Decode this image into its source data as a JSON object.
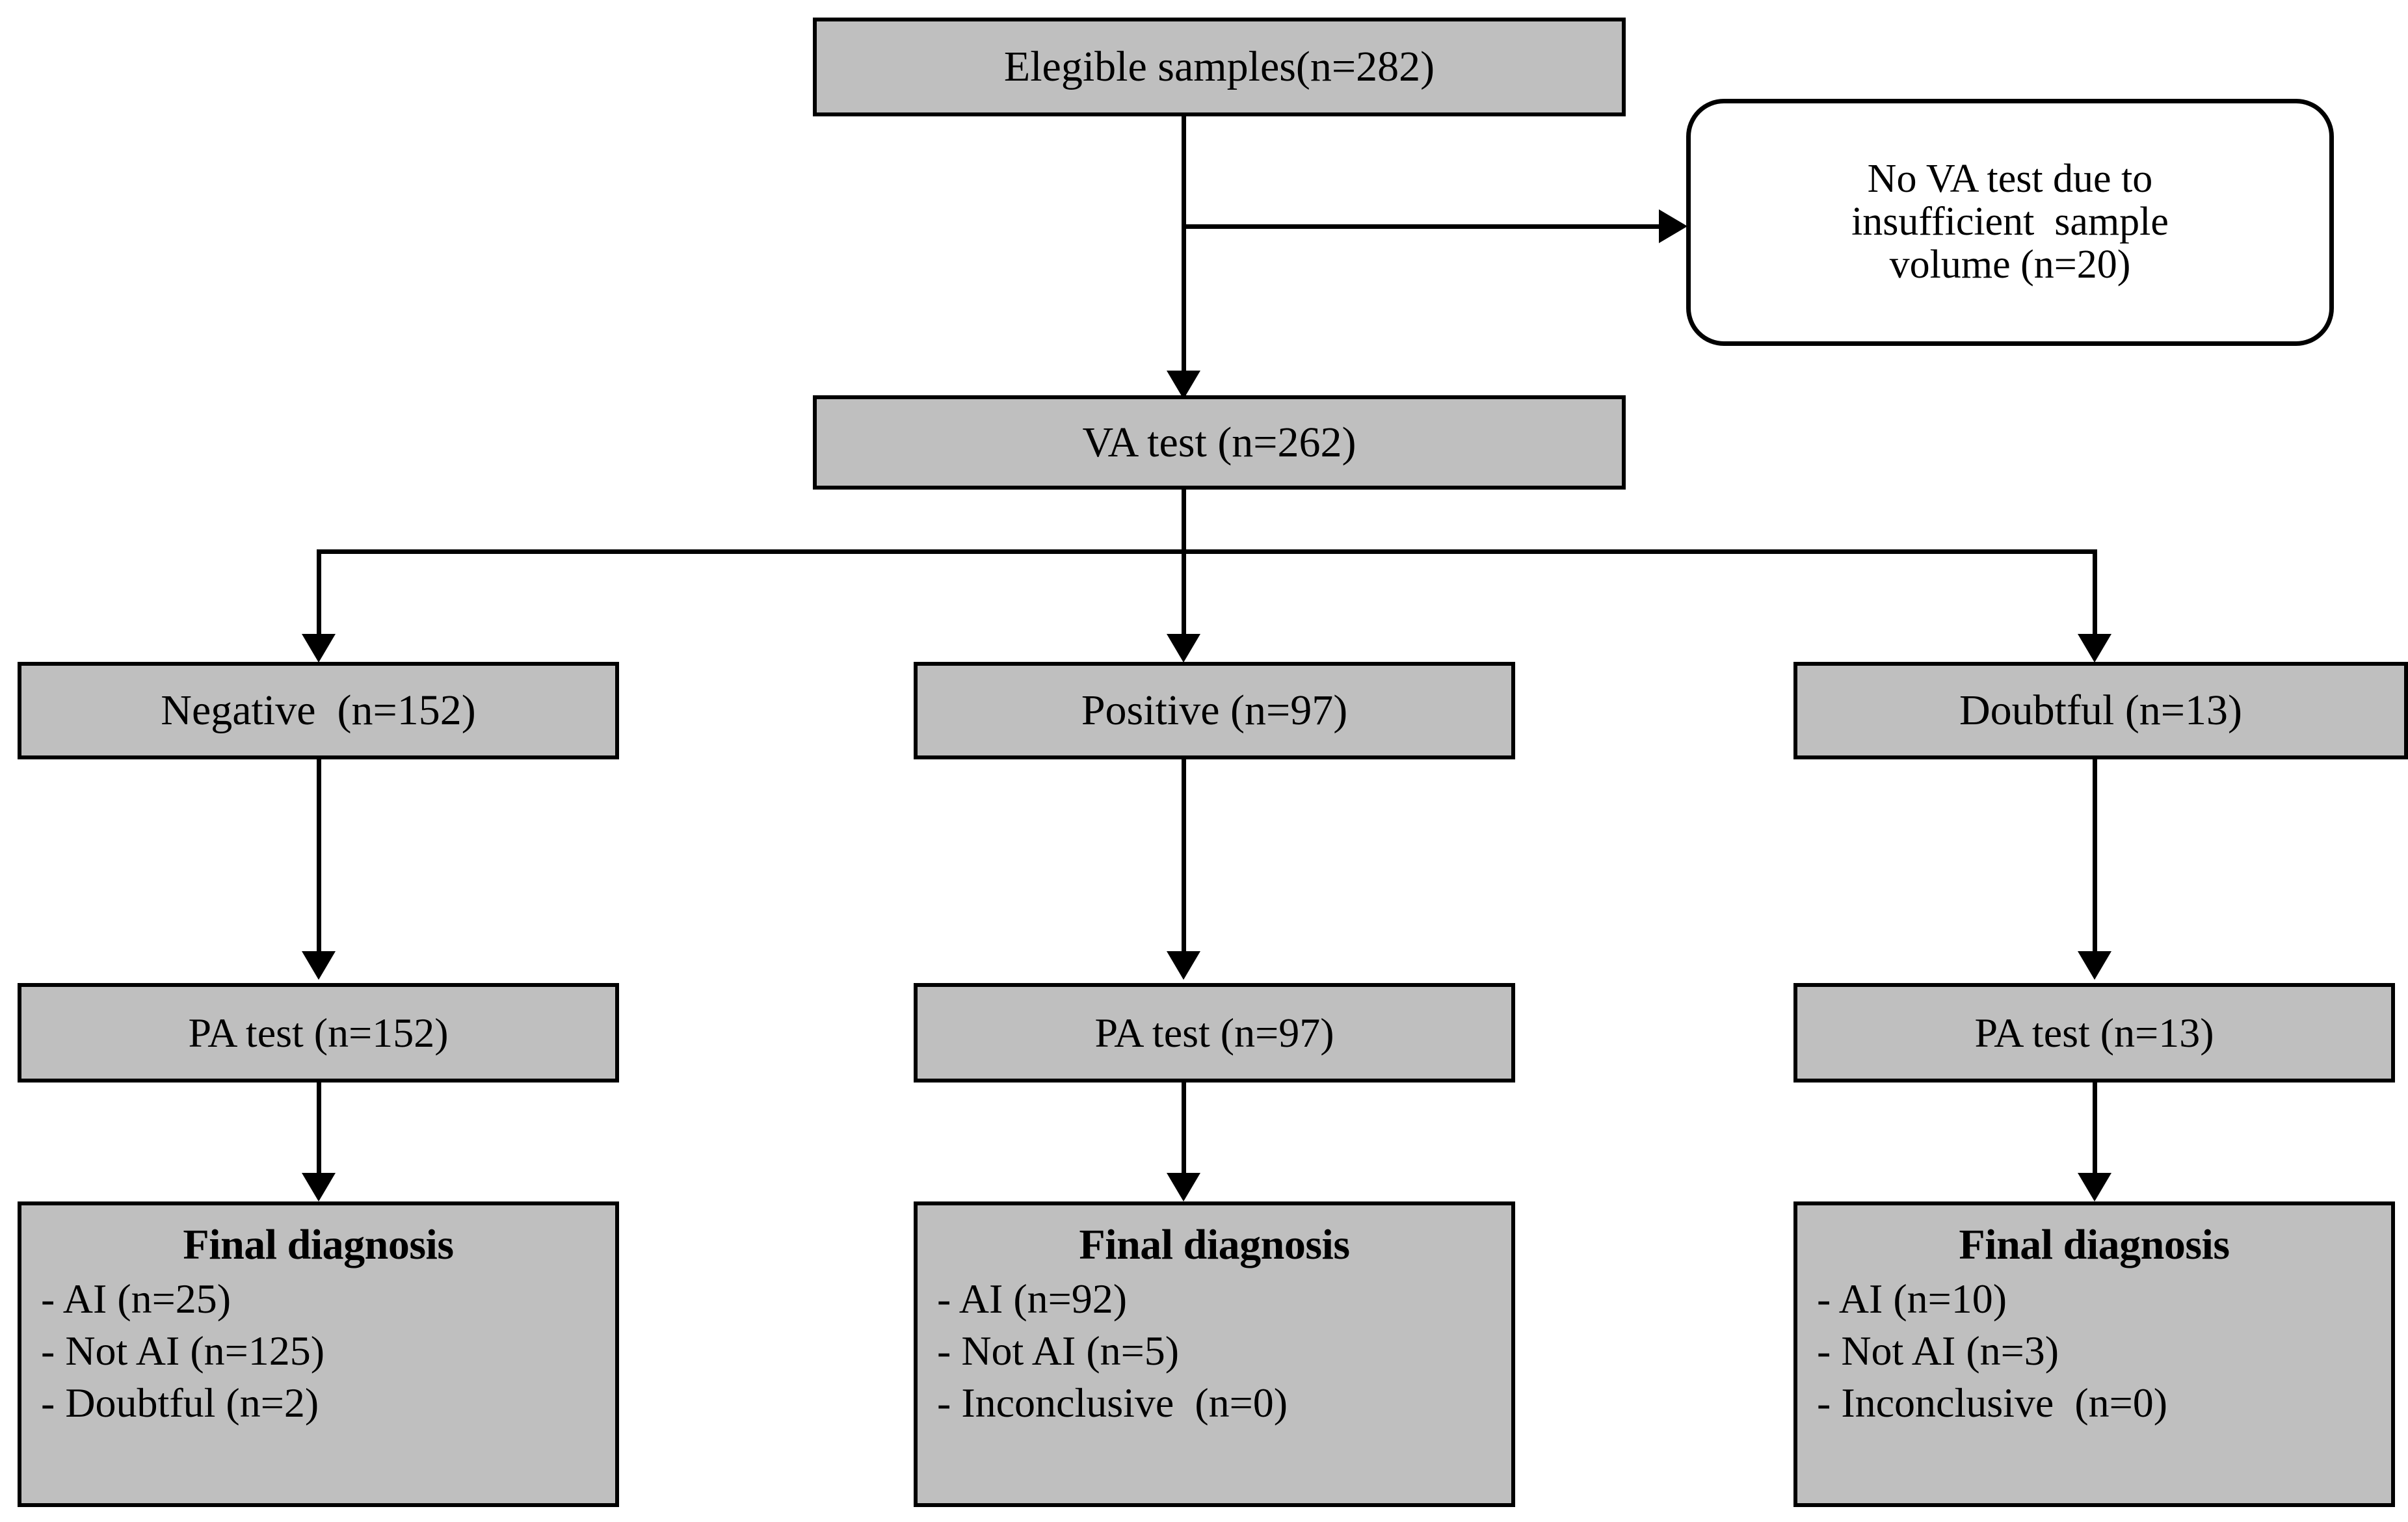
{
  "diagram": {
    "title": "Study sample flow: VA test and PA test with final diagnosis",
    "colors": {
      "box_fill": "#bfbfbf",
      "exclusion_fill": "#ffffff",
      "border": "#000000",
      "text": "#000000",
      "background": "#ffffff"
    },
    "nodes": {
      "eligible": {
        "label": "Elegible samples(n=282)",
        "n": 282
      },
      "exclusion": {
        "line1": "No VA test due to",
        "line2": "insufficient  sample",
        "line3": "volume (n=20)",
        "n": 20
      },
      "va_test": {
        "label": "VA test (n=262)",
        "n": 262
      },
      "negative": {
        "label": "Negative  (n=152)",
        "n": 152
      },
      "positive": {
        "label": "Positive (n=97)",
        "n": 97
      },
      "doubtful": {
        "label": "Doubtful (n=13)",
        "n": 13
      },
      "pa_test_negative": {
        "label": "PA test (n=152)",
        "n": 152
      },
      "pa_test_positive": {
        "label": "PA test (n=97)",
        "n": 97
      },
      "pa_test_doubtful": {
        "label": "PA test (n=13)",
        "n": 13
      },
      "final_negative": {
        "title": "Final diagnosis",
        "items": [
          "- AI (n=25)",
          "- Not AI (n=125)",
          "- Doubtful (n=2)"
        ],
        "counts": {
          "ai": 25,
          "not_ai": 125,
          "doubtful": 2
        }
      },
      "final_positive": {
        "title": "Final diagnosis",
        "items": [
          "- AI (n=92)",
          "- Not AI (n=5)",
          "- Inconclusive  (n=0)"
        ],
        "counts": {
          "ai": 92,
          "not_ai": 5,
          "inconclusive": 0
        }
      },
      "final_doubtful": {
        "title": "Final diagnosis",
        "items": [
          "- AI (n=10)",
          "- Not AI (n=3)",
          "- Inconclusive  (n=0)"
        ],
        "counts": {
          "ai": 10,
          "not_ai": 3,
          "inconclusive": 0
        }
      }
    },
    "chart_data": {
      "type": "diagram-flow",
      "title": "Elegible samples(n=282) study flow",
      "stages": [
        {
          "id": "eligible",
          "label": "Elegible samples(n=282)",
          "n": 282
        },
        {
          "id": "exclusion",
          "label": "No VA test due to insufficient sample volume (n=20)",
          "n": 20
        },
        {
          "id": "va_test",
          "label": "VA test (n=262)",
          "n": 262
        },
        {
          "id": "negative",
          "label": "Negative (n=152)",
          "n": 152
        },
        {
          "id": "positive",
          "label": "Positive (n=97)",
          "n": 97
        },
        {
          "id": "doubtful",
          "label": "Doubtful (n=13)",
          "n": 13
        },
        {
          "id": "pa_test_negative",
          "label": "PA test (n=152)",
          "n": 152
        },
        {
          "id": "pa_test_positive",
          "label": "PA test (n=97)",
          "n": 97
        },
        {
          "id": "pa_test_doubtful",
          "label": "PA test (n=13)",
          "n": 13
        },
        {
          "id": "final_negative",
          "label": "Final diagnosis",
          "ai": 25,
          "not_ai": 125,
          "doubtful": 2
        },
        {
          "id": "final_positive",
          "label": "Final diagnosis",
          "ai": 92,
          "not_ai": 5,
          "inconclusive": 0
        },
        {
          "id": "final_doubtful",
          "label": "Final diagnosis",
          "ai": 10,
          "not_ai": 3,
          "inconclusive": 0
        }
      ],
      "edges": [
        {
          "from": "eligible",
          "to": "exclusion"
        },
        {
          "from": "eligible",
          "to": "va_test"
        },
        {
          "from": "va_test",
          "to": "negative"
        },
        {
          "from": "va_test",
          "to": "positive"
        },
        {
          "from": "va_test",
          "to": "doubtful"
        },
        {
          "from": "negative",
          "to": "pa_test_negative"
        },
        {
          "from": "positive",
          "to": "pa_test_positive"
        },
        {
          "from": "doubtful",
          "to": "pa_test_doubtful"
        },
        {
          "from": "pa_test_negative",
          "to": "final_negative"
        },
        {
          "from": "pa_test_positive",
          "to": "final_positive"
        },
        {
          "from": "pa_test_doubtful",
          "to": "final_doubtful"
        }
      ]
    }
  }
}
